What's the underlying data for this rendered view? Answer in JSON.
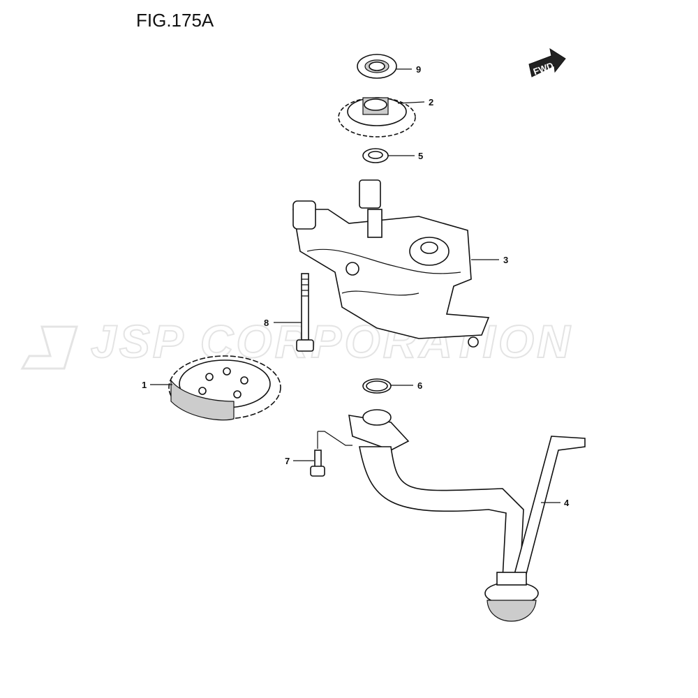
{
  "title": "FIG.175A",
  "watermark": "JSP CORPORATION",
  "fwd_label": "FWD",
  "callouts": [
    {
      "number": "1"
    },
    {
      "number": "2"
    },
    {
      "number": "3"
    },
    {
      "number": "4"
    },
    {
      "number": "5"
    },
    {
      "number": "6"
    },
    {
      "number": "7"
    },
    {
      "number": "8"
    },
    {
      "number": "9"
    }
  ]
}
